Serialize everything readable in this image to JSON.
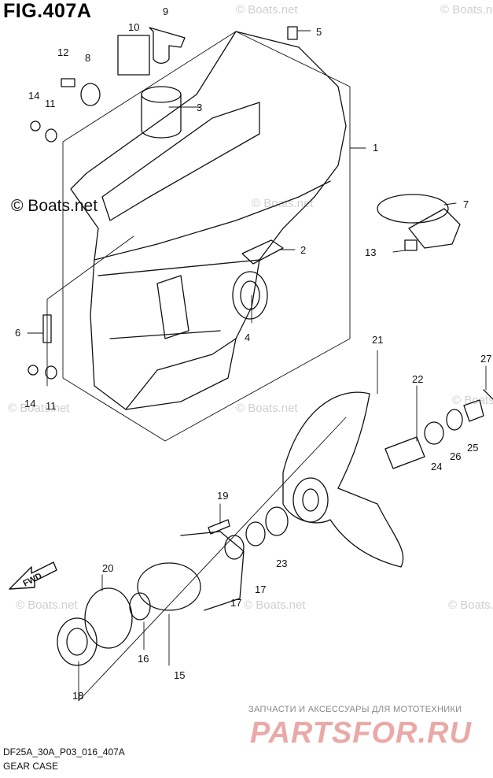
{
  "figure": {
    "title": "FIG.407A",
    "code": "DF25A_30A_P03_016_407A",
    "name": "GEAR CASE"
  },
  "watermark": {
    "main": "© Boats.net",
    "faint": "© Boats.net"
  },
  "shop": {
    "tagline": "ЗАПЧАСТИ И АКСЕССУАРЫ ДЛЯ МОТОТЕХНИКИ",
    "logo": "PARTSFOR.RU"
  },
  "fwd_label": "FWD",
  "callouts": [
    "9",
    "10",
    "5",
    "12",
    "8",
    "14",
    "11",
    "3",
    "1",
    "7",
    "13",
    "2",
    "6",
    "4",
    "21",
    "22",
    "27",
    "14",
    "11",
    "24",
    "26",
    "25",
    "19",
    "20",
    "23",
    "17",
    "17",
    "16",
    "15",
    "18"
  ],
  "colors": {
    "line": "#111111",
    "logo": "#e9aaa7",
    "watermark": "#cfcfcf"
  }
}
